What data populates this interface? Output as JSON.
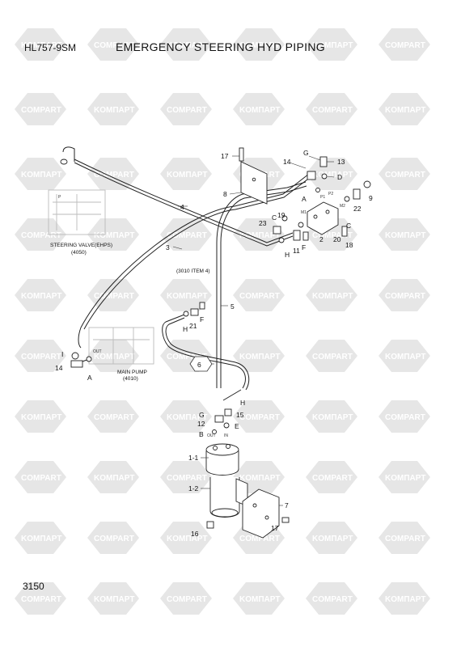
{
  "header": {
    "model": "HL757-9SM",
    "title": "EMERGENCY STEERING HYD PIPING"
  },
  "footer": {
    "page_number": "3150"
  },
  "watermark": {
    "brand_a": "KOMПAPT",
    "brand_b": "COMPART",
    "color": "#e6e6e6"
  },
  "notes": {
    "steering_valve": "STEERING VALVE(EHPS)",
    "steering_valve_ref": "(4050)",
    "main_pump": "MAIN PUMP",
    "main_pump_ref": "(4010)",
    "item_ref": "(3010 ITEM 4)",
    "port_out_pump": "OUT",
    "port_out_motor": "OUT",
    "port_in_motor": "IN",
    "port_p": "P",
    "port_p1": "P1",
    "port_p2": "P2",
    "port_m1": "M1",
    "port_m2": "M2"
  },
  "callouts": {
    "c17a": "17",
    "c14a": "14",
    "cGa": "G",
    "c13": "13",
    "cD": "D",
    "c8": "8",
    "cAa": "A",
    "c9": "9",
    "c4": "4",
    "c19": "19",
    "cC": "C",
    "c22": "22",
    "c23": "23",
    "c2": "2",
    "c18": "18",
    "c3": "3",
    "cHa": "H",
    "c11": "11",
    "cFa": "F",
    "c5": "5",
    "cHb": "H",
    "c21": "21",
    "cFb": "F",
    "cI": "I",
    "c14b": "14",
    "cAb": "A",
    "c6": "6",
    "cGb": "G",
    "cHc": "H",
    "c15": "15",
    "c12": "12",
    "cE": "E",
    "cB": "B",
    "c1_1": "1-1",
    "c1_2": "1-2",
    "c7": "7",
    "c17b": "17",
    "c16": "16",
    "c20": "20"
  }
}
